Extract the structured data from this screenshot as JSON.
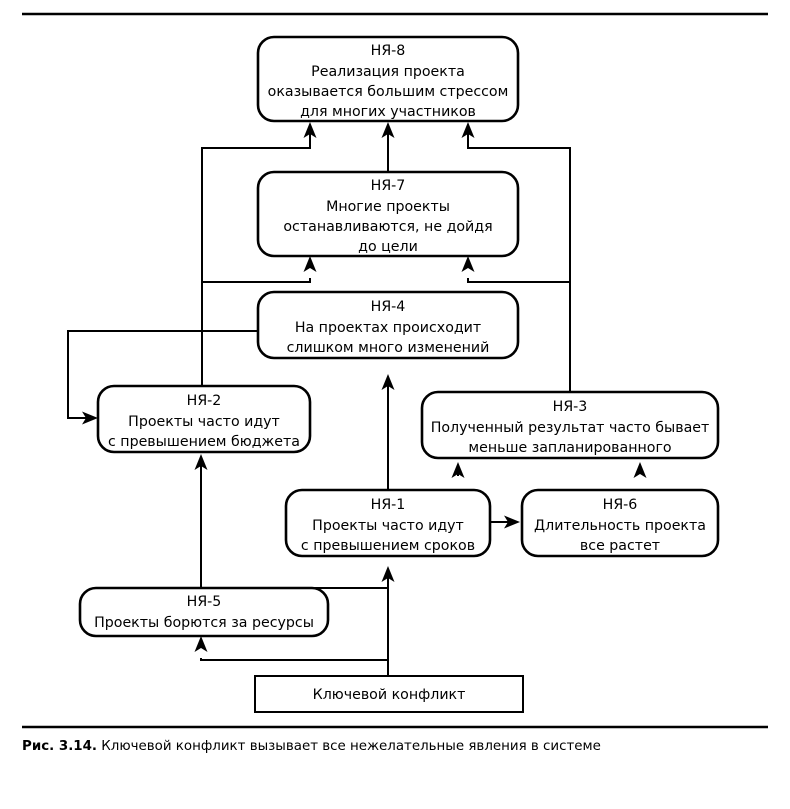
{
  "figure": {
    "caption_label": "Рис. 3.14.",
    "caption_text": "Ключевой конфликт вызывает все нежелательные явления в системе",
    "line_color": "#000000",
    "background_color": "#ffffff"
  },
  "nodes": {
    "uda8": {
      "id": "НЯ-8",
      "line1": "Реализация проекта",
      "line2": "оказывается большим стрессом",
      "line3": "для многих участников"
    },
    "uda7": {
      "id": "НЯ-7",
      "line1": "Многие проекты",
      "line2": "останавливаются, не дойдя",
      "line3": "до цели"
    },
    "uda4": {
      "id": "НЯ-4",
      "line1": "На проектах происходит",
      "line2": "слишком много изменений"
    },
    "uda2": {
      "id": "НЯ-2",
      "line1": "Проекты часто идут",
      "line2": "с превышением бюджета"
    },
    "uda3": {
      "id": "НЯ-3",
      "line1": "Полученный результат часто бывает",
      "line2": "меньше запланированного"
    },
    "uda1": {
      "id": "НЯ-1",
      "line1": "Проекты часто идут",
      "line2": "с превышением сроков"
    },
    "uda6": {
      "id": "НЯ-6",
      "line1": "Длительность проекта",
      "line2": "все растет"
    },
    "uda5": {
      "id": "НЯ-5",
      "line1": "Проекты борются за ресурсы"
    },
    "conflict": {
      "label": "Ключевой конфликт"
    }
  },
  "edges": [
    {
      "from": "НЯ-7",
      "to": "НЯ-8"
    },
    {
      "from": "НЯ-2",
      "to": "НЯ-8"
    },
    {
      "from": "НЯ-3",
      "to": "НЯ-8"
    },
    {
      "from": "НЯ-2",
      "to": "НЯ-7"
    },
    {
      "from": "НЯ-3",
      "to": "НЯ-7"
    },
    {
      "from": "НЯ-4",
      "to": "НЯ-2"
    },
    {
      "from": "НЯ-1",
      "to": "НЯ-4"
    },
    {
      "from": "НЯ-1",
      "to": "НЯ-3"
    },
    {
      "from": "НЯ-1",
      "to": "НЯ-6"
    },
    {
      "from": "НЯ-4",
      "to": "НЯ-3"
    },
    {
      "from": "НЯ-5",
      "to": "НЯ-2"
    },
    {
      "from": "Ключевой конфликт",
      "to": "НЯ-1"
    },
    {
      "from": "Ключевой конфликт",
      "to": "НЯ-5"
    }
  ]
}
